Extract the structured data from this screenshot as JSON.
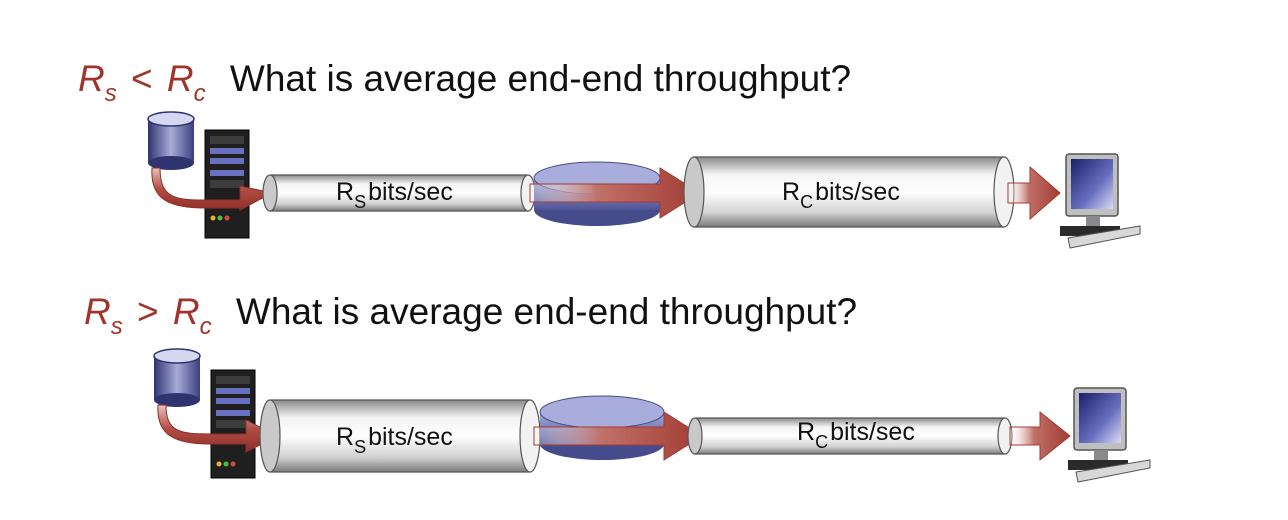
{
  "scenarios": [
    {
      "var_a": "R",
      "sub_a": "s",
      "operator": "<",
      "var_b": "R",
      "sub_b": "c",
      "question": "What is average end-end throughput?",
      "pipe1": {
        "var": "R",
        "sub": "S",
        "unit": "bits/sec"
      },
      "pipe2": {
        "var": "R",
        "sub": "C",
        "unit": "bits/sec"
      }
    },
    {
      "var_a": "R",
      "sub_a": "s",
      "operator": ">",
      "var_b": "R",
      "sub_b": "c",
      "question": "What is average end-end throughput?",
      "pipe1": {
        "var": "R",
        "sub": "S",
        "unit": "bits/sec"
      },
      "pipe2": {
        "var": "R",
        "sub": "C",
        "unit": "bits/sec"
      }
    }
  ],
  "colors": {
    "variable": "#a0332a",
    "arrow": "#b0524a",
    "router": "#6f74b3",
    "pipe": "#d9d9d9"
  }
}
